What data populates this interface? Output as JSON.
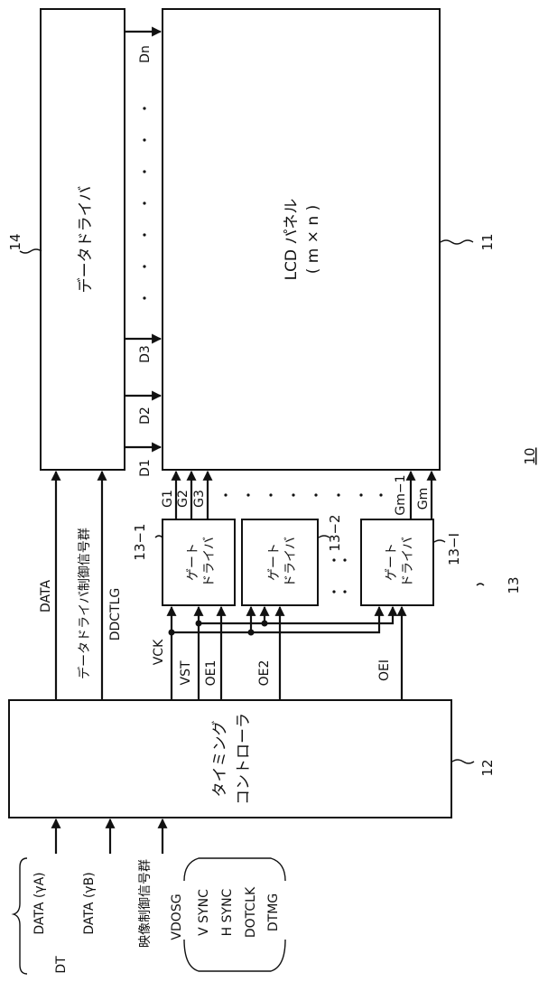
{
  "figure_label": "10",
  "blocks": {
    "lcd_panel": {
      "ref": "11",
      "line1": "LCD パネル",
      "line2": "( m × n )"
    },
    "data_driver": {
      "ref": "14",
      "label": "データドライバ"
    },
    "timing_controller": {
      "ref": "12",
      "line1": "タイミング",
      "line2": "コントローラ"
    },
    "gate_driver_group_ref": "13",
    "gate_drivers": [
      {
        "ref": "13−1",
        "line1": "ゲート",
        "line2": "ドライバ"
      },
      {
        "ref": "13−2",
        "line1": "ゲート",
        "line2": "ドライバ"
      },
      {
        "ref": "13−I",
        "line1": "ゲート",
        "line2": "ドライバ"
      }
    ]
  },
  "data_lines": [
    "D1",
    "D2",
    "D3",
    "Dn"
  ],
  "gate_lines": [
    "G1",
    "G2",
    "G3",
    "Gm−1",
    "Gm"
  ],
  "signals": {
    "data": "DATA",
    "data_driver_control": "データドライバ制御信号群",
    "ddctlg": "DDCTLG",
    "vck": "VCK",
    "vst": "VST",
    "oe1": "OE1",
    "oe2": "OE2",
    "oei": "OEI"
  },
  "inputs": {
    "data_a": "DATA (γA)",
    "data_b": "DATA (γB)",
    "dt": "DT",
    "video_control": "映像制御信号群",
    "vdosg": "VDOSG",
    "sync_group": [
      "V SYNC",
      "H SYNC",
      "DOTCLK",
      "DTMG"
    ]
  }
}
